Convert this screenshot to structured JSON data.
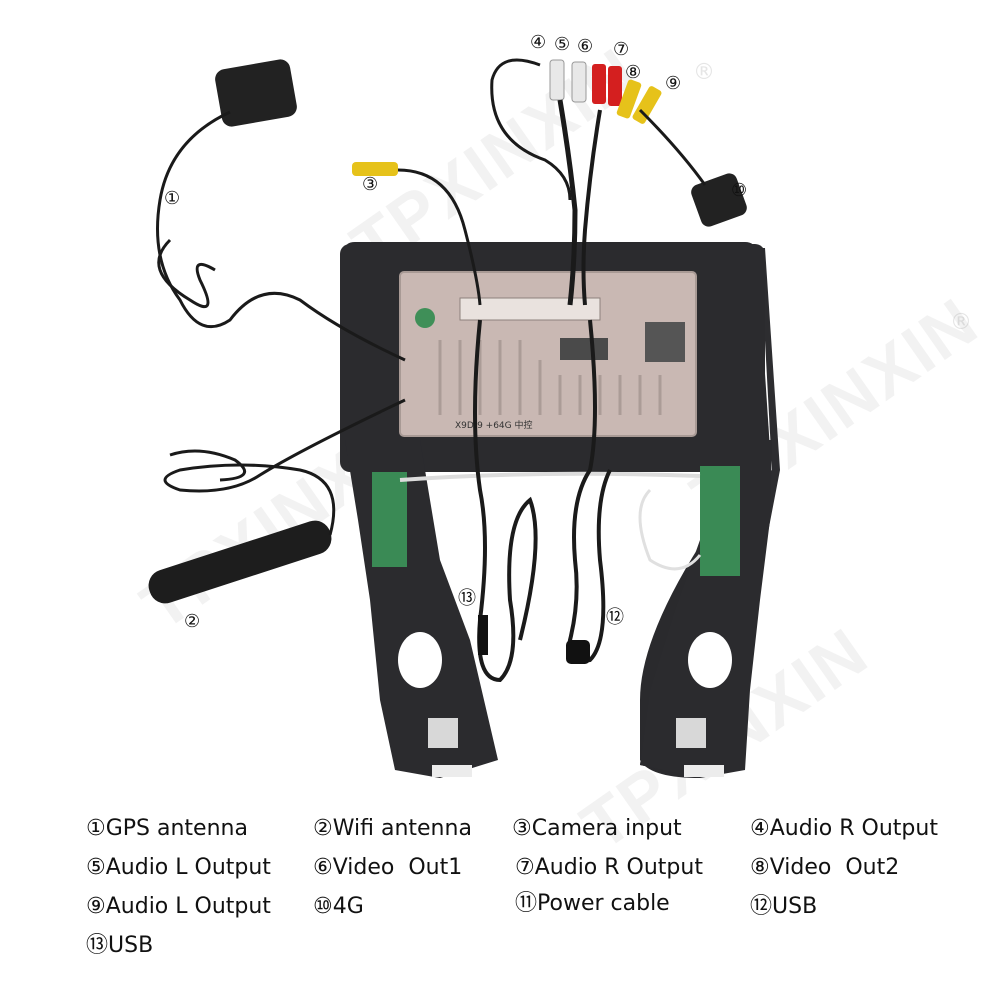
{
  "watermark": {
    "text": "TPXINXIN",
    "mark": "®"
  },
  "callouts": [
    {
      "id": "c1",
      "label": "①"
    },
    {
      "id": "c2",
      "label": "②"
    },
    {
      "id": "c3",
      "label": "③"
    },
    {
      "id": "c4",
      "label": "④"
    },
    {
      "id": "c5",
      "label": "⑤"
    },
    {
      "id": "c6",
      "label": "⑥"
    },
    {
      "id": "c7",
      "label": "⑦"
    },
    {
      "id": "c8",
      "label": "⑧"
    },
    {
      "id": "c9",
      "label": "⑨"
    },
    {
      "id": "c10",
      "label": "⑩"
    },
    {
      "id": "c12",
      "label": "⑫"
    },
    {
      "id": "c13",
      "label": "⑬"
    }
  ],
  "unit_label": "X9D-9 +64G 中控",
  "legend": [
    {
      "num": "①",
      "text": "GPS antenna"
    },
    {
      "num": "②",
      "text": "Wifi antenna"
    },
    {
      "num": "③",
      "text": "Camera input"
    },
    {
      "num": "④",
      "text": "Audio R Output"
    },
    {
      "num": "⑤",
      "text": "Audio L Output"
    },
    {
      "num": "⑥",
      "text": "Video  Out1"
    },
    {
      "num": "⑦",
      "text": "Audio R Output"
    },
    {
      "num": "⑧",
      "text": "Video  Out2"
    },
    {
      "num": "⑨",
      "text": "Audio L Output"
    },
    {
      "num": "⑩",
      "text": "4G"
    },
    {
      "num": "⑪",
      "text": "Power cable"
    },
    {
      "num": "⑫",
      "text": "USB"
    },
    {
      "num": "⑬",
      "text": "USB"
    }
  ],
  "colors": {
    "bezel": "#2a2a2d",
    "unit": "#c9b8b3",
    "pcb": "#3a8a55",
    "rca_red": "#d41f1f",
    "rca_yellow": "#e6c21a",
    "rca_white": "#e8e8e8"
  }
}
